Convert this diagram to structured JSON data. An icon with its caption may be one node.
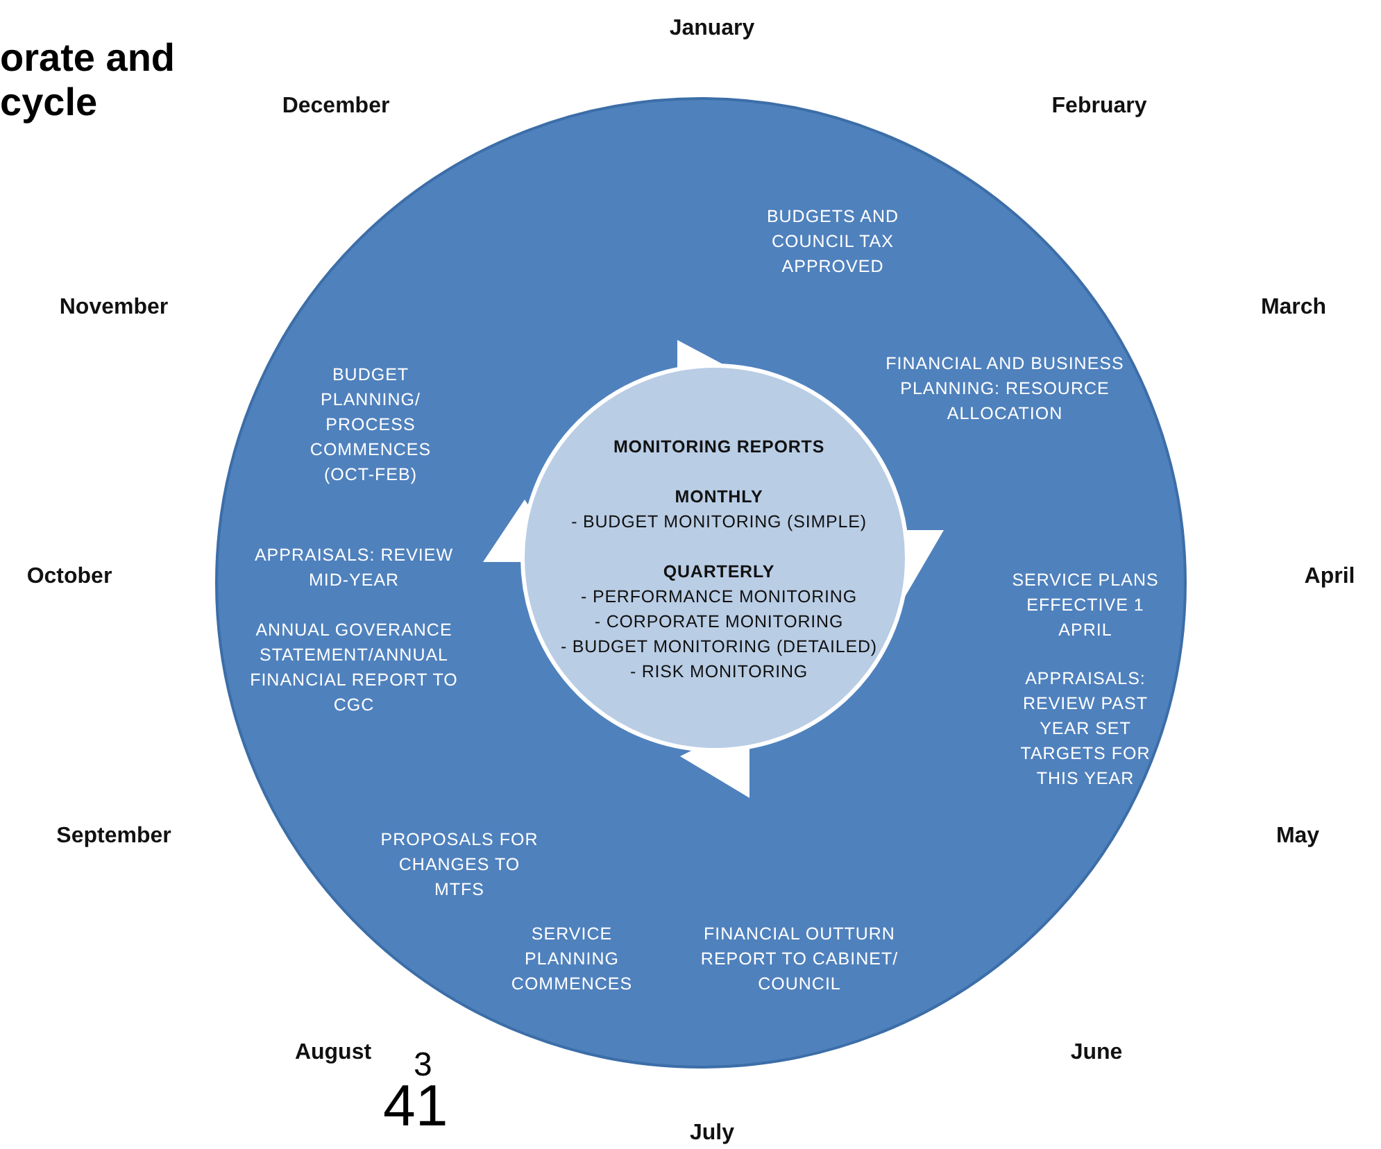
{
  "diagram": {
    "title": "orate and cycle",
    "nodes": [
      {
        "text": [
          "BUDGETS AND COUNCIL TAX APPROVED",
          "FINANCIAL AND BUSINESS PLANNING: RESOURCE ALLOCATION",
          "SERVICE PLANS EFFECTIVE 1 APRIL",
          "APPRAISALS: REVIEW PAST YEAR SET TARGETS FOR THIS YEAR",
          "SERVICE PLANNING COMMENCES",
          "FINANCIAL OUTTURN REPORT TO CABINET/ COUNCIL",
          "PROPOSALS FOR CHANGES TO MTFS",
          "ANNUAL GOVERANCE STATEMENT/ANNUAL FINANCIAL REPORT TO CGC",
          "APPRAISALS: REVIEW MID-YEAR",
          "BUDGET PLANNING/ PROCESS COMMENCES (OCT-FEB)"
        ]
      },
      {
        "text": [
          "MONITORING REPORTS",
          "MONTHLY",
          "- BUDGET MONITORING (SIMPLE)",
          "QUARTERLY",
          "- PERFORMANCE MONITORING",
          "- CORPORATE MONITORING",
          "- BUDGET MONITORING (DETAILED)",
          "- RISK MONITORING"
        ],
        "in": 0
      }
    ],
    "edges": [],
    "labels": [
      "January",
      "December",
      "February",
      "November",
      "March",
      "October",
      "April",
      "September",
      "May",
      "August",
      "June",
      "July",
      "3",
      "41"
    ]
  }
}
